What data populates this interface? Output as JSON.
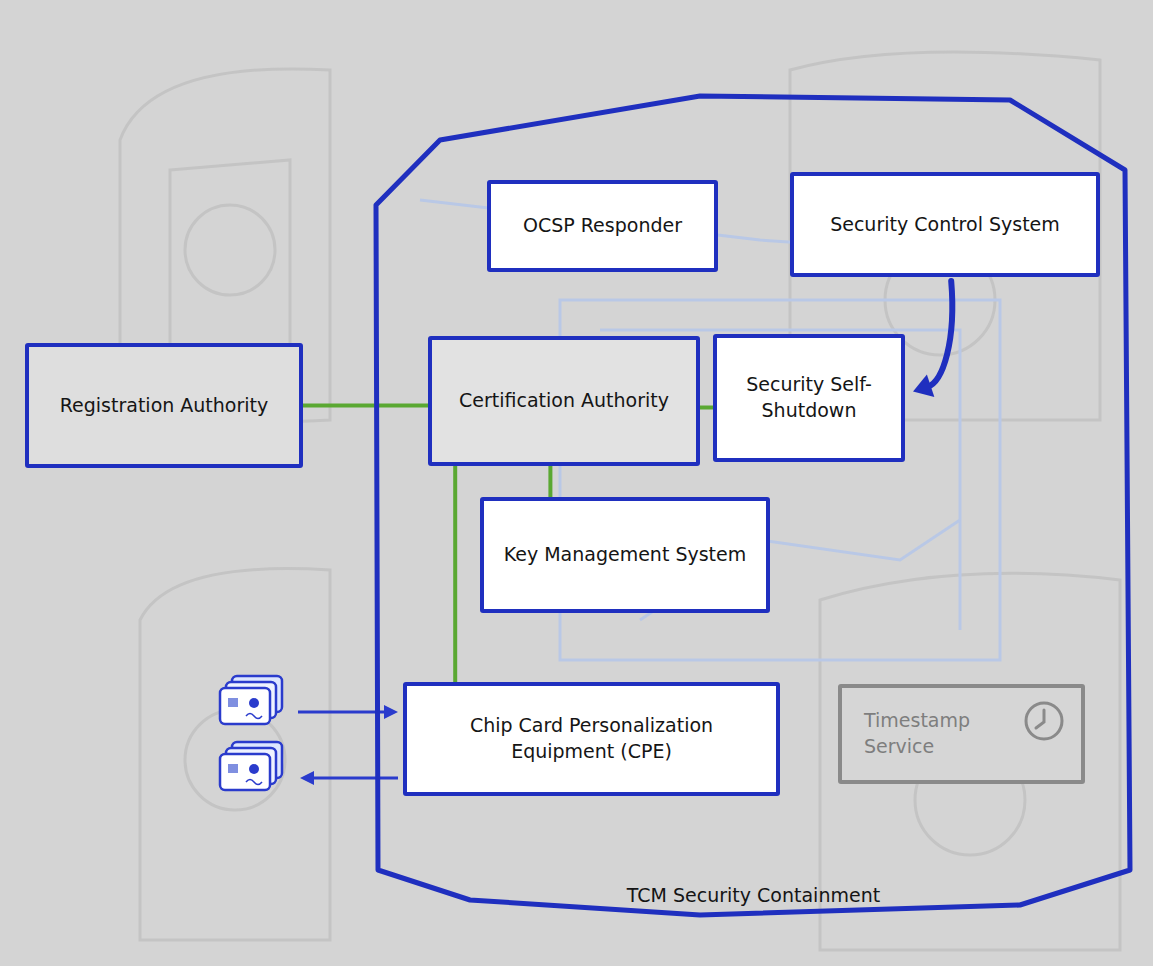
{
  "diagram": {
    "nodes": [
      {
        "text": [
          "TCM Security Containment"
        ]
      },
      {
        "text": [
          "OCSP Responder"
        ],
        "in": 0
      },
      {
        "text": [
          "Security Control System"
        ],
        "in": 0
      },
      {
        "text": [
          "Registration Authority"
        ]
      },
      {
        "text": [
          "Certification Authority"
        ],
        "in": 0
      },
      {
        "text": [
          "Security Self-Shutdown"
        ],
        "in": 0
      },
      {
        "text": [
          "Key Management System"
        ],
        "in": 0
      },
      {
        "text": [
          "Chip Card Personalization Equipment (CPE)"
        ],
        "in": 0
      },
      {
        "text": [
          "Timestamp Service"
        ],
        "in": 0
      }
    ],
    "edges": [
      {
        "from": 3,
        "to": 4,
        "arrow": "none"
      },
      {
        "from": 4,
        "to": 5,
        "arrow": "none"
      },
      {
        "from": 4,
        "to": 6,
        "arrow": "none"
      },
      {
        "from": 4,
        "to": 7,
        "arrow": "none"
      },
      {
        "from": 2,
        "to": 5,
        "arrow": "to"
      }
    ]
  }
}
